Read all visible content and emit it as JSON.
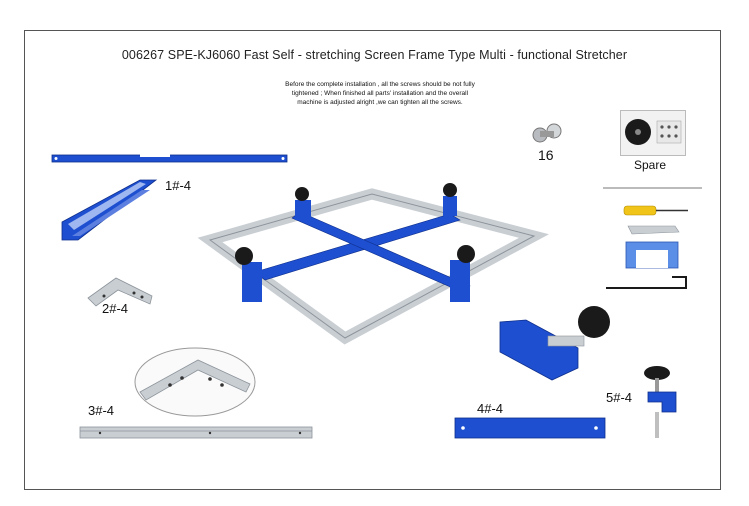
{
  "title": "006267  SPE-KJ6060 Fast Self - stretching Screen Frame Type Multi - functional Stretcher",
  "note_line1": "Before the complete installation , all the screws should be not fully",
  "note_line2": "tightened ; When finished all parts'  installation and the overall",
  "note_line3": "machine is adjusted alright ,we can tighten all the screws.",
  "labels": {
    "part1": "1#-4",
    "part2": "2#-4",
    "part3": "3#-4",
    "part4": "4#-4",
    "part5": "5#-4",
    "screws": "16",
    "spare": "Spare"
  },
  "colors": {
    "blue": "#1d4fd0",
    "blue_dark": "#0f2f8c",
    "aluminum": "#c9ced3",
    "aluminum_dark": "#8c949b",
    "knob": "#1a1a1a",
    "yellow": "#f0c419"
  }
}
